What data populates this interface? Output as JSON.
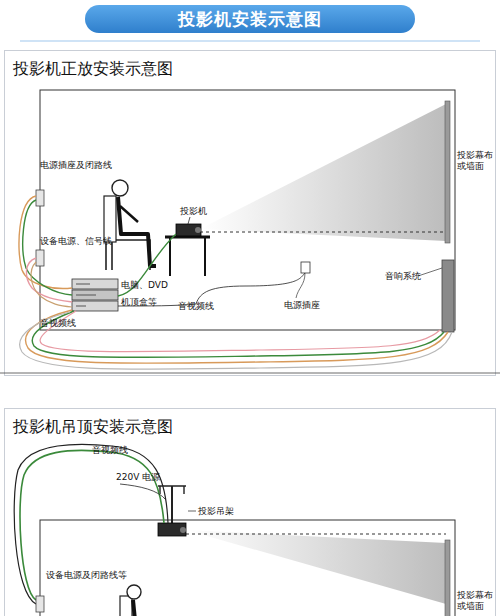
{
  "diagram": {
    "title": "投影机安装示意图",
    "nodes": [
      {
        "text": [
          "投影机正放安装示意图"
        ]
      },
      {
        "text": [
          "投影机吊顶安装示意图"
        ]
      }
    ],
    "labels": [
      "电源插座及闭路线",
      "投影机",
      "投影幕布或墙面",
      "设备电源、信号线",
      "电脑、DVD",
      "机顶盒等",
      "音视频线",
      "音视频线",
      "电源插座",
      "音响系统",
      "音视频线",
      "220V 电源",
      "投影吊架",
      "设备电源及闭路线等",
      "投影幕布或墙面"
    ]
  }
}
